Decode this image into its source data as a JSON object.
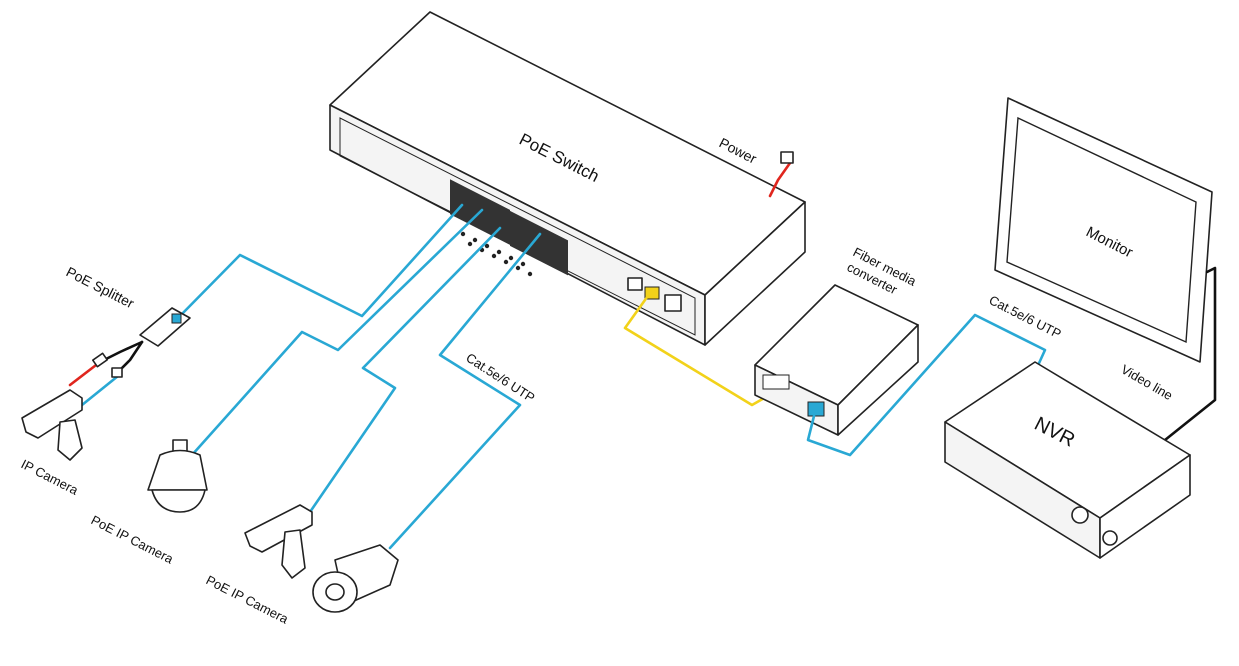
{
  "colors": {
    "utp_cable": "#29a8d4",
    "fiber_patch": "#f2d21a",
    "power_cord": "#e0261e",
    "video_line": "#111111",
    "outline": "#222222"
  },
  "labels": {
    "switch": "PoE  Switch",
    "power": "Power",
    "fiber_converter_line1": "Fiber media",
    "fiber_converter_line2": "converter",
    "monitor": "Monitor",
    "nvr": "NVR",
    "cat_nvr": "Cat.5e/6 UTP",
    "video_line": "Video line",
    "cat_cameras": "Cat.5e/6 UTP",
    "poe_splitter": "PoE Splitter",
    "ip_camera": "IP Camera",
    "poe_ip_camera_1": "PoE IP Camera",
    "poe_ip_camera_2": "PoE IP Camera"
  }
}
